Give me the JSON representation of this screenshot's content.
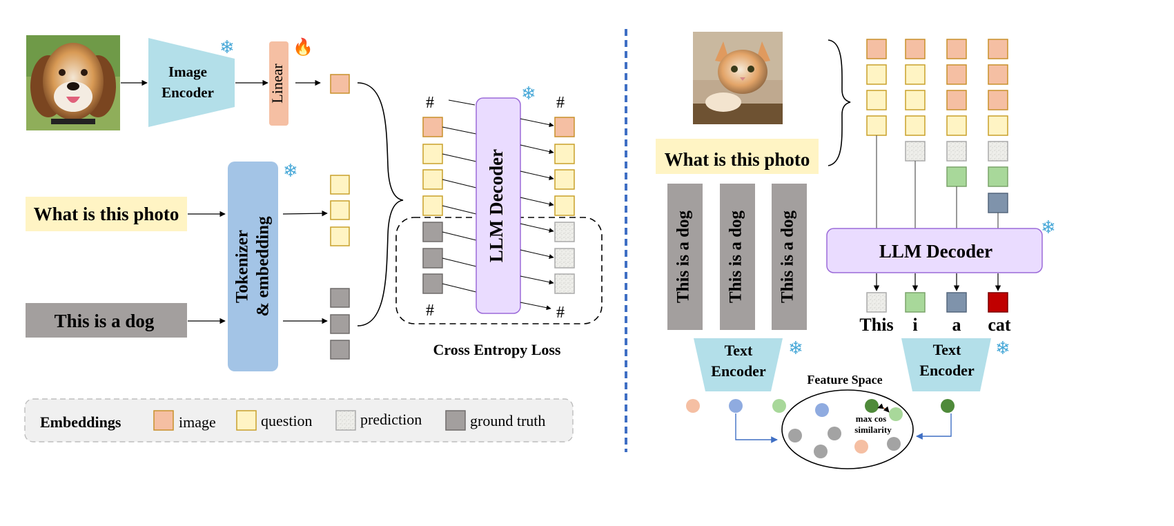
{
  "left": {
    "image_encoder": [
      "Image",
      "Encoder"
    ],
    "linear": "Linear",
    "question_text": "What is this photo",
    "answer_text": "This is a dog",
    "tokenizer": [
      "Tokenizer",
      "& embedding"
    ],
    "llm_decoder": "LLM Decoder",
    "hash_symbol": "#",
    "loss_label": "Cross Entropy Loss"
  },
  "legend": {
    "title": "Embeddings",
    "items": [
      {
        "label": "image",
        "color": "#f5bfa3",
        "stroke": "#c8902a"
      },
      {
        "label": "question",
        "color": "#fff4c4",
        "stroke": "#c8a02a"
      },
      {
        "label": "prediction",
        "color": "#eeeeea",
        "stroke": "#aaaaaa"
      },
      {
        "label": "ground truth",
        "color": "#a39f9e",
        "stroke": "#6f6b6a"
      }
    ]
  },
  "right": {
    "question_text": "What is this photo",
    "captions": [
      "This is a dog",
      "This is a dog",
      "This is a dog"
    ],
    "text_encoder": [
      "Text",
      "Encoder"
    ],
    "llm_decoder": "LLM Decoder",
    "output_tokens": [
      "This",
      "i",
      "a",
      "cat"
    ],
    "feature_space": "Feature Space",
    "max_cos": [
      "max cos",
      "similarity"
    ]
  },
  "colors": {
    "image_token": "#f5bfa3",
    "question_token": "#fff4c4",
    "prediction_token": "#eeeeea",
    "ground_truth_token": "#a39f9e",
    "encoder_blue": "#b3dfe9",
    "tokenizer_blue": "#a3c4e6",
    "decoder_purple": "#eadcff",
    "decoder_stroke": "#9b6ad8",
    "question_highlight": "#fff4c4",
    "answer_gray": "#a39f9e",
    "divider_blue": "#3f6fc4",
    "green_token": "#a8d89a",
    "slate_token": "#7f93ab",
    "red_token": "#c00000"
  }
}
